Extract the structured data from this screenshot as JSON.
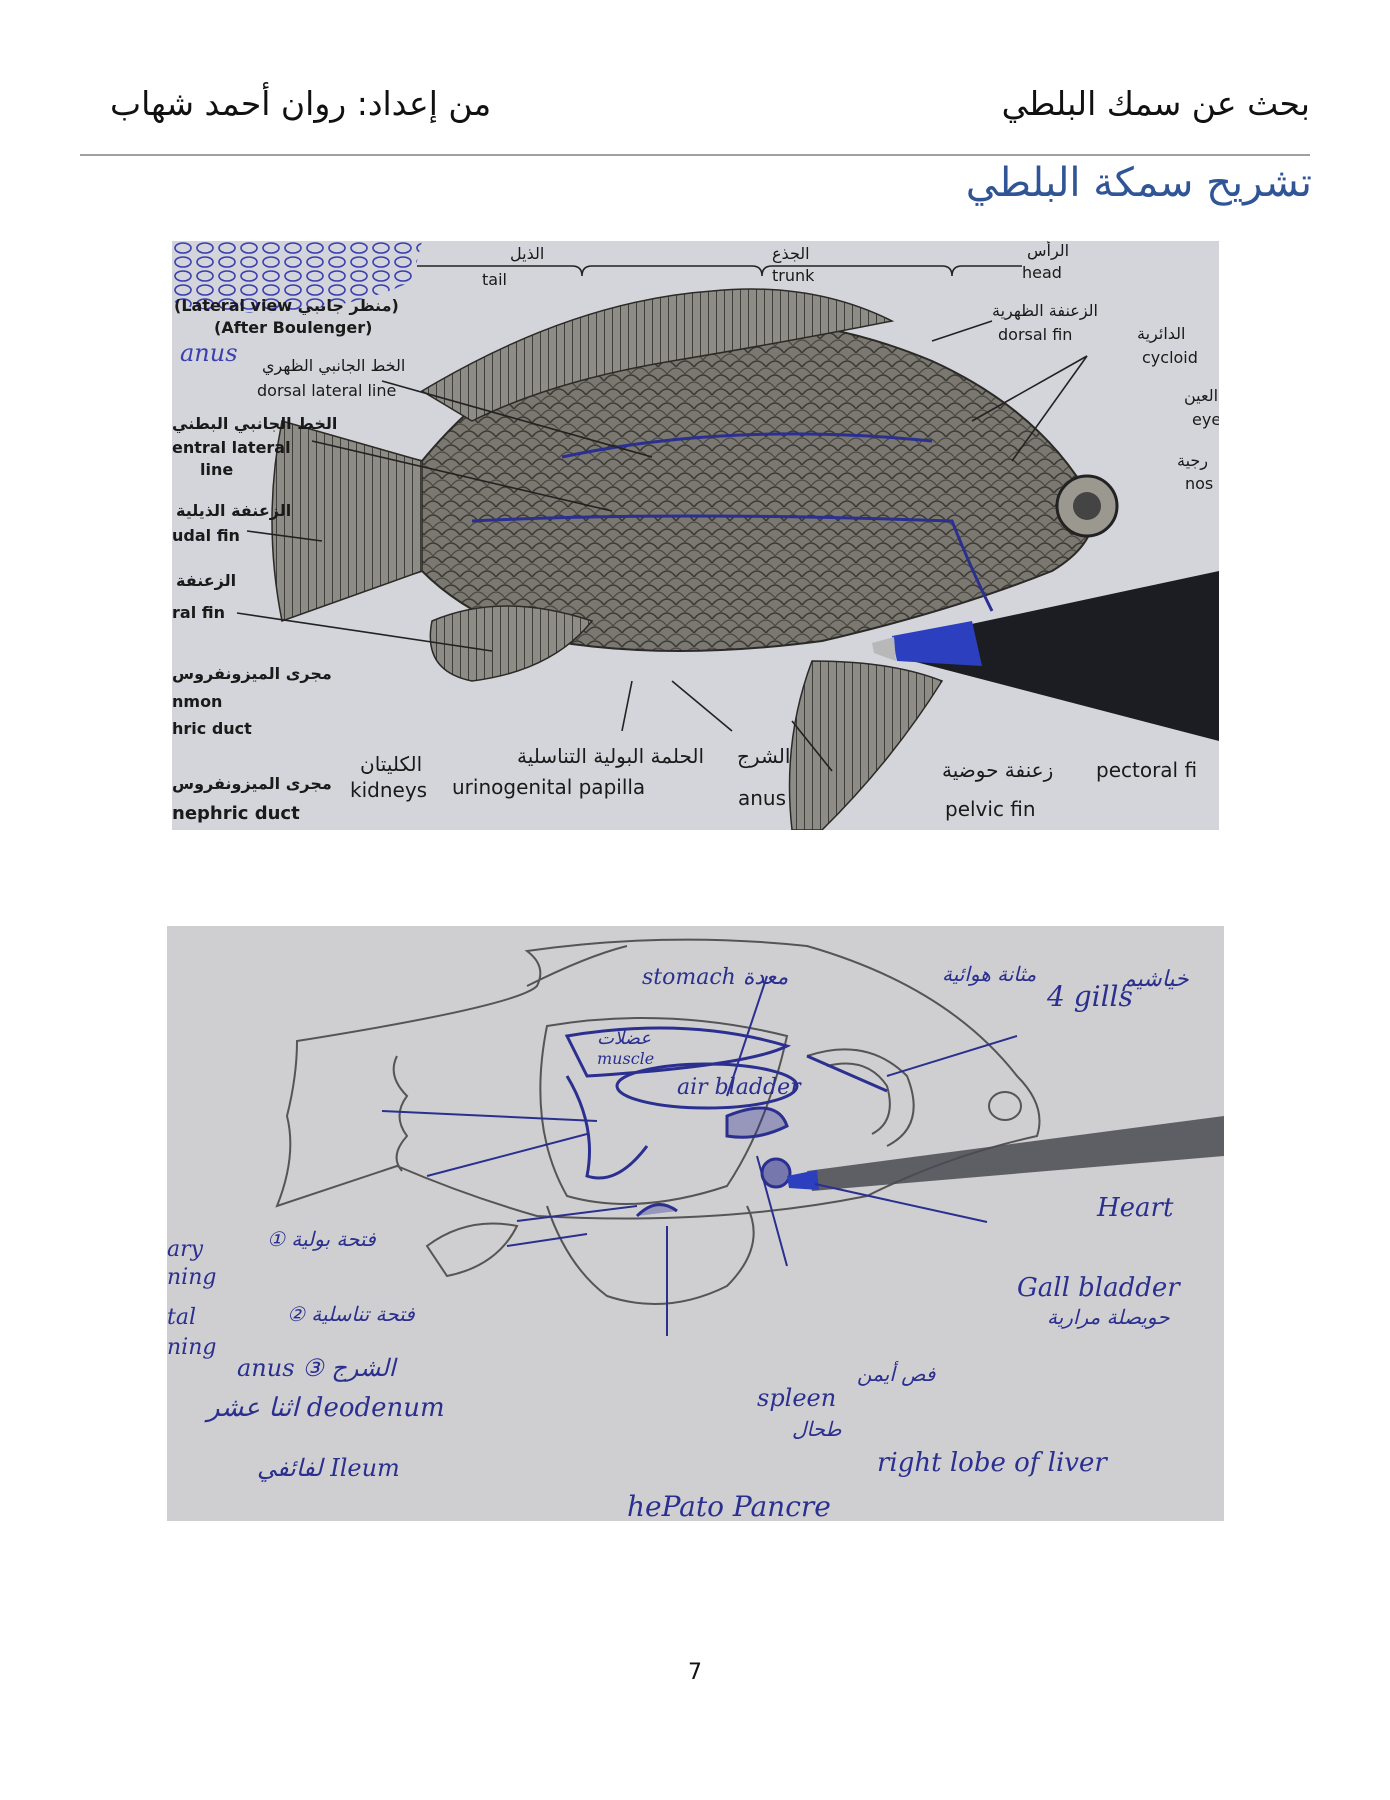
{
  "header": {
    "title": "بحث عن سمك البلطي",
    "author": "من إعداد: روان أحمد شهاب"
  },
  "section": {
    "heading": "تشريح سمكة البلطي"
  },
  "figure_external": {
    "labels": {
      "tail_ar": "الذيل",
      "tail_en": "tail",
      "trunk_ar": "الجذع",
      "trunk_en": "trunk",
      "head_ar": "الرأس",
      "head_en": "head",
      "lateral_view": "(Lateral view منظر جانبي)",
      "after_boulenger": "(After Boulenger)",
      "dorsal_fin_ar": "الزعنفة الظهرية",
      "dorsal_fin_en": "dorsal fin",
      "cycloid_ar": "الدائرية",
      "cycloid_en": "cycloid",
      "eye_ar": "العين",
      "eye_en": "eye",
      "nos_ar": "رجية",
      "nos_en": "nos",
      "dorsal_lateral_line_ar": "الخط الجانبي الظهري",
      "dorsal_lateral_line_en": "dorsal lateral line",
      "ventral_lateral_line_ar": "الخط الجانبي البطني",
      "ventral_lateral_line_en": "entral lateral",
      "line_en": "line",
      "caudal_fin_ar": "الزعنفة الذيلية",
      "caudal_fin_en": "udal fin",
      "anal_fin_ar": "الزعنفة",
      "anal_fin_en": "ral fin",
      "common_duct_ar": "مجرى الميزونفروس",
      "common_en": "nmon",
      "nephric_duct_en": "hric duct",
      "kidneys_ar": "الكليتان",
      "kidneys_en": "kidneys",
      "mesonephric_ar": "مجرى الميزونفروس",
      "mesonephric_en": "nephric duct",
      "urinogenital_ar": "الحلمة البولية التناسلية",
      "urinogenital_en": "urinogenital papilla",
      "anus_ar": "الشرج",
      "anus_en": "anus",
      "pelvic_fin_ar": "زعنفة حوضية",
      "pelvic_fin_en": "pelvic fin",
      "pectoral_fin_en": "pectoral fi",
      "anus_hand": "anus"
    }
  },
  "figure_internal": {
    "labels": {
      "stomach": "stomach معدة",
      "air_bladder_ar": "مثانة هوائية",
      "gills": "4 gills",
      "gills_ar": "خياشيم",
      "muscle_ar": "عضلات",
      "muscle_en": "muscle",
      "air_bladder": "air bladder",
      "heart": "Heart",
      "gall_bladder": "Gall bladder",
      "gall_bladder_ar": "حويصلة مرارية",
      "urinary_opening": "① فتحة بولية",
      "genital_opening": "② فتحة تناسلية",
      "anus": "anus ③ الشرج",
      "duodenum": "اثنا عشر deodenum",
      "ileum": "لفائفي Ileum",
      "spleen": "spleen",
      "spleen_ar": "طحال",
      "right_lobe_ar": "فص أيمن",
      "right_lobe": "right lobe of liver",
      "hepatopancreas": "hePato Pancre",
      "left_edge_1": "ary",
      "left_edge_2": "ning",
      "left_edge_3": "tal",
      "left_edge_4": "ning"
    }
  },
  "footer": {
    "page_number": "7"
  },
  "colors": {
    "heading": "#2f5597",
    "ink_blue": "#2b2f8f",
    "pencil": "#555555",
    "rule": "#a0a0a0"
  }
}
